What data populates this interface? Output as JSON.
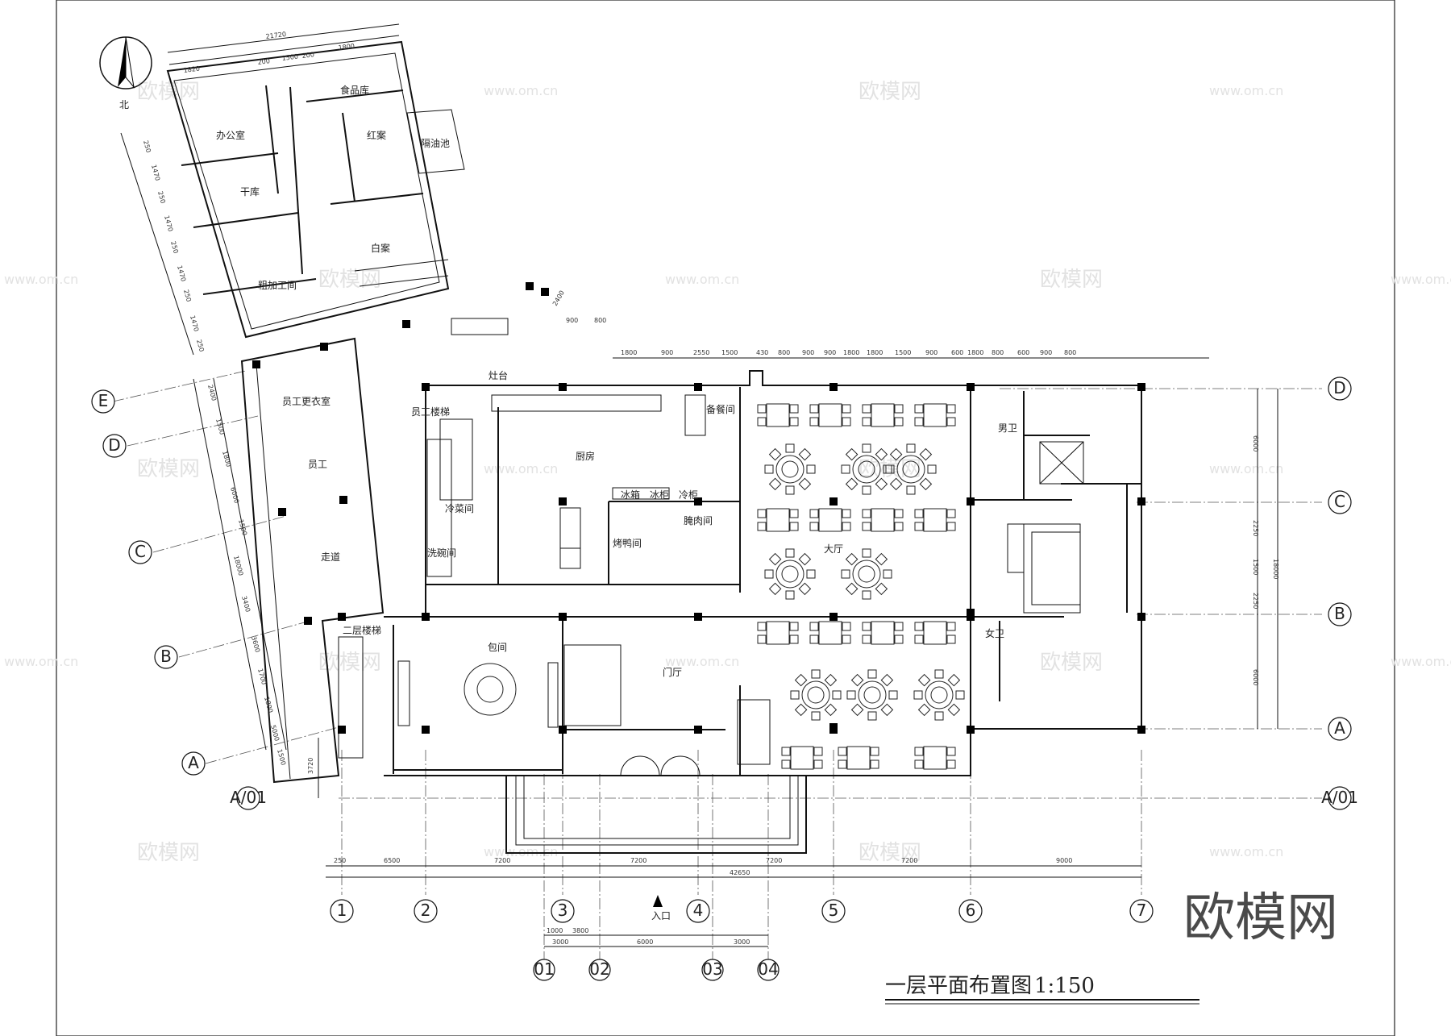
{
  "drawing": {
    "title": "一层平面布置图",
    "scale": "1:150",
    "entrance": "入口",
    "north": "北",
    "brand": "欧模网",
    "watermark_cn": "欧模网",
    "watermark_url": "www.om.cn"
  },
  "rooms": {
    "dining_hall": "大厅",
    "kitchen": "厨房",
    "foyer": "门厅",
    "private_room": "包间",
    "staff_stair": "员工楼梯",
    "second_floor_stair": "二层楼梯",
    "prep": "备餐间",
    "meat_room": "腌肉间",
    "roast": "烤鸭间",
    "cold_dish": "冷菜间",
    "wash": "洗碗间",
    "stove": "灶台",
    "storage_a": "食品库",
    "storage_b": "干库",
    "red_case": "红案",
    "white_case": "白案",
    "male_wc": "男卫",
    "female_wc": "女卫",
    "toilet": "员工",
    "hallway": "走道",
    "office": "办公室",
    "grease": "隔油池",
    "vegetable": "粗加工间",
    "staff_room": "员工更衣室",
    "fridge_a": "冰箱",
    "fridge_b": "冰柜",
    "fridge_c": "冷柜"
  },
  "axes": {
    "bottom": [
      "1",
      "2",
      "3",
      "4",
      "5",
      "6",
      "7"
    ],
    "bottom_sub": [
      "01",
      "02",
      "03",
      "04"
    ],
    "right": [
      "D",
      "C",
      "B",
      "A",
      "A/01"
    ],
    "left": [
      "E",
      "D",
      "C",
      "B",
      "A",
      "A/01"
    ]
  },
  "dimensions": {
    "bottom_main": [
      "250",
      "6500",
      "7200",
      "7200",
      "7200",
      "7200",
      "9000"
    ],
    "bottom_total": "42650",
    "bottom_sub": [
      "1000",
      "3800",
      "3000",
      "6000",
      "3000"
    ],
    "right": [
      "6000",
      "2250",
      "1500",
      "2250",
      "6000"
    ],
    "right_total": "18000",
    "top_row": [
      "1800",
      "900",
      "2550",
      "1500",
      "430",
      "800",
      "900",
      "900",
      "1800",
      "1800",
      "1500",
      "900",
      "600",
      "1800",
      "800",
      "600",
      "900",
      "800"
    ],
    "top_left": [
      "21720",
      "1820",
      "200",
      "1500",
      "200",
      "1800"
    ],
    "left_col": [
      "2400",
      "1500",
      "1800",
      "6000",
      "1500",
      "18000",
      "3400",
      "3600",
      "1700",
      "1800",
      "5000",
      "1500"
    ],
    "left_vertical": "3720",
    "wing": [
      "250",
      "1470",
      "250",
      "1470",
      "250",
      "1470",
      "250",
      "1470",
      "250"
    ],
    "stair": [
      "900",
      "800",
      "2400"
    ]
  }
}
